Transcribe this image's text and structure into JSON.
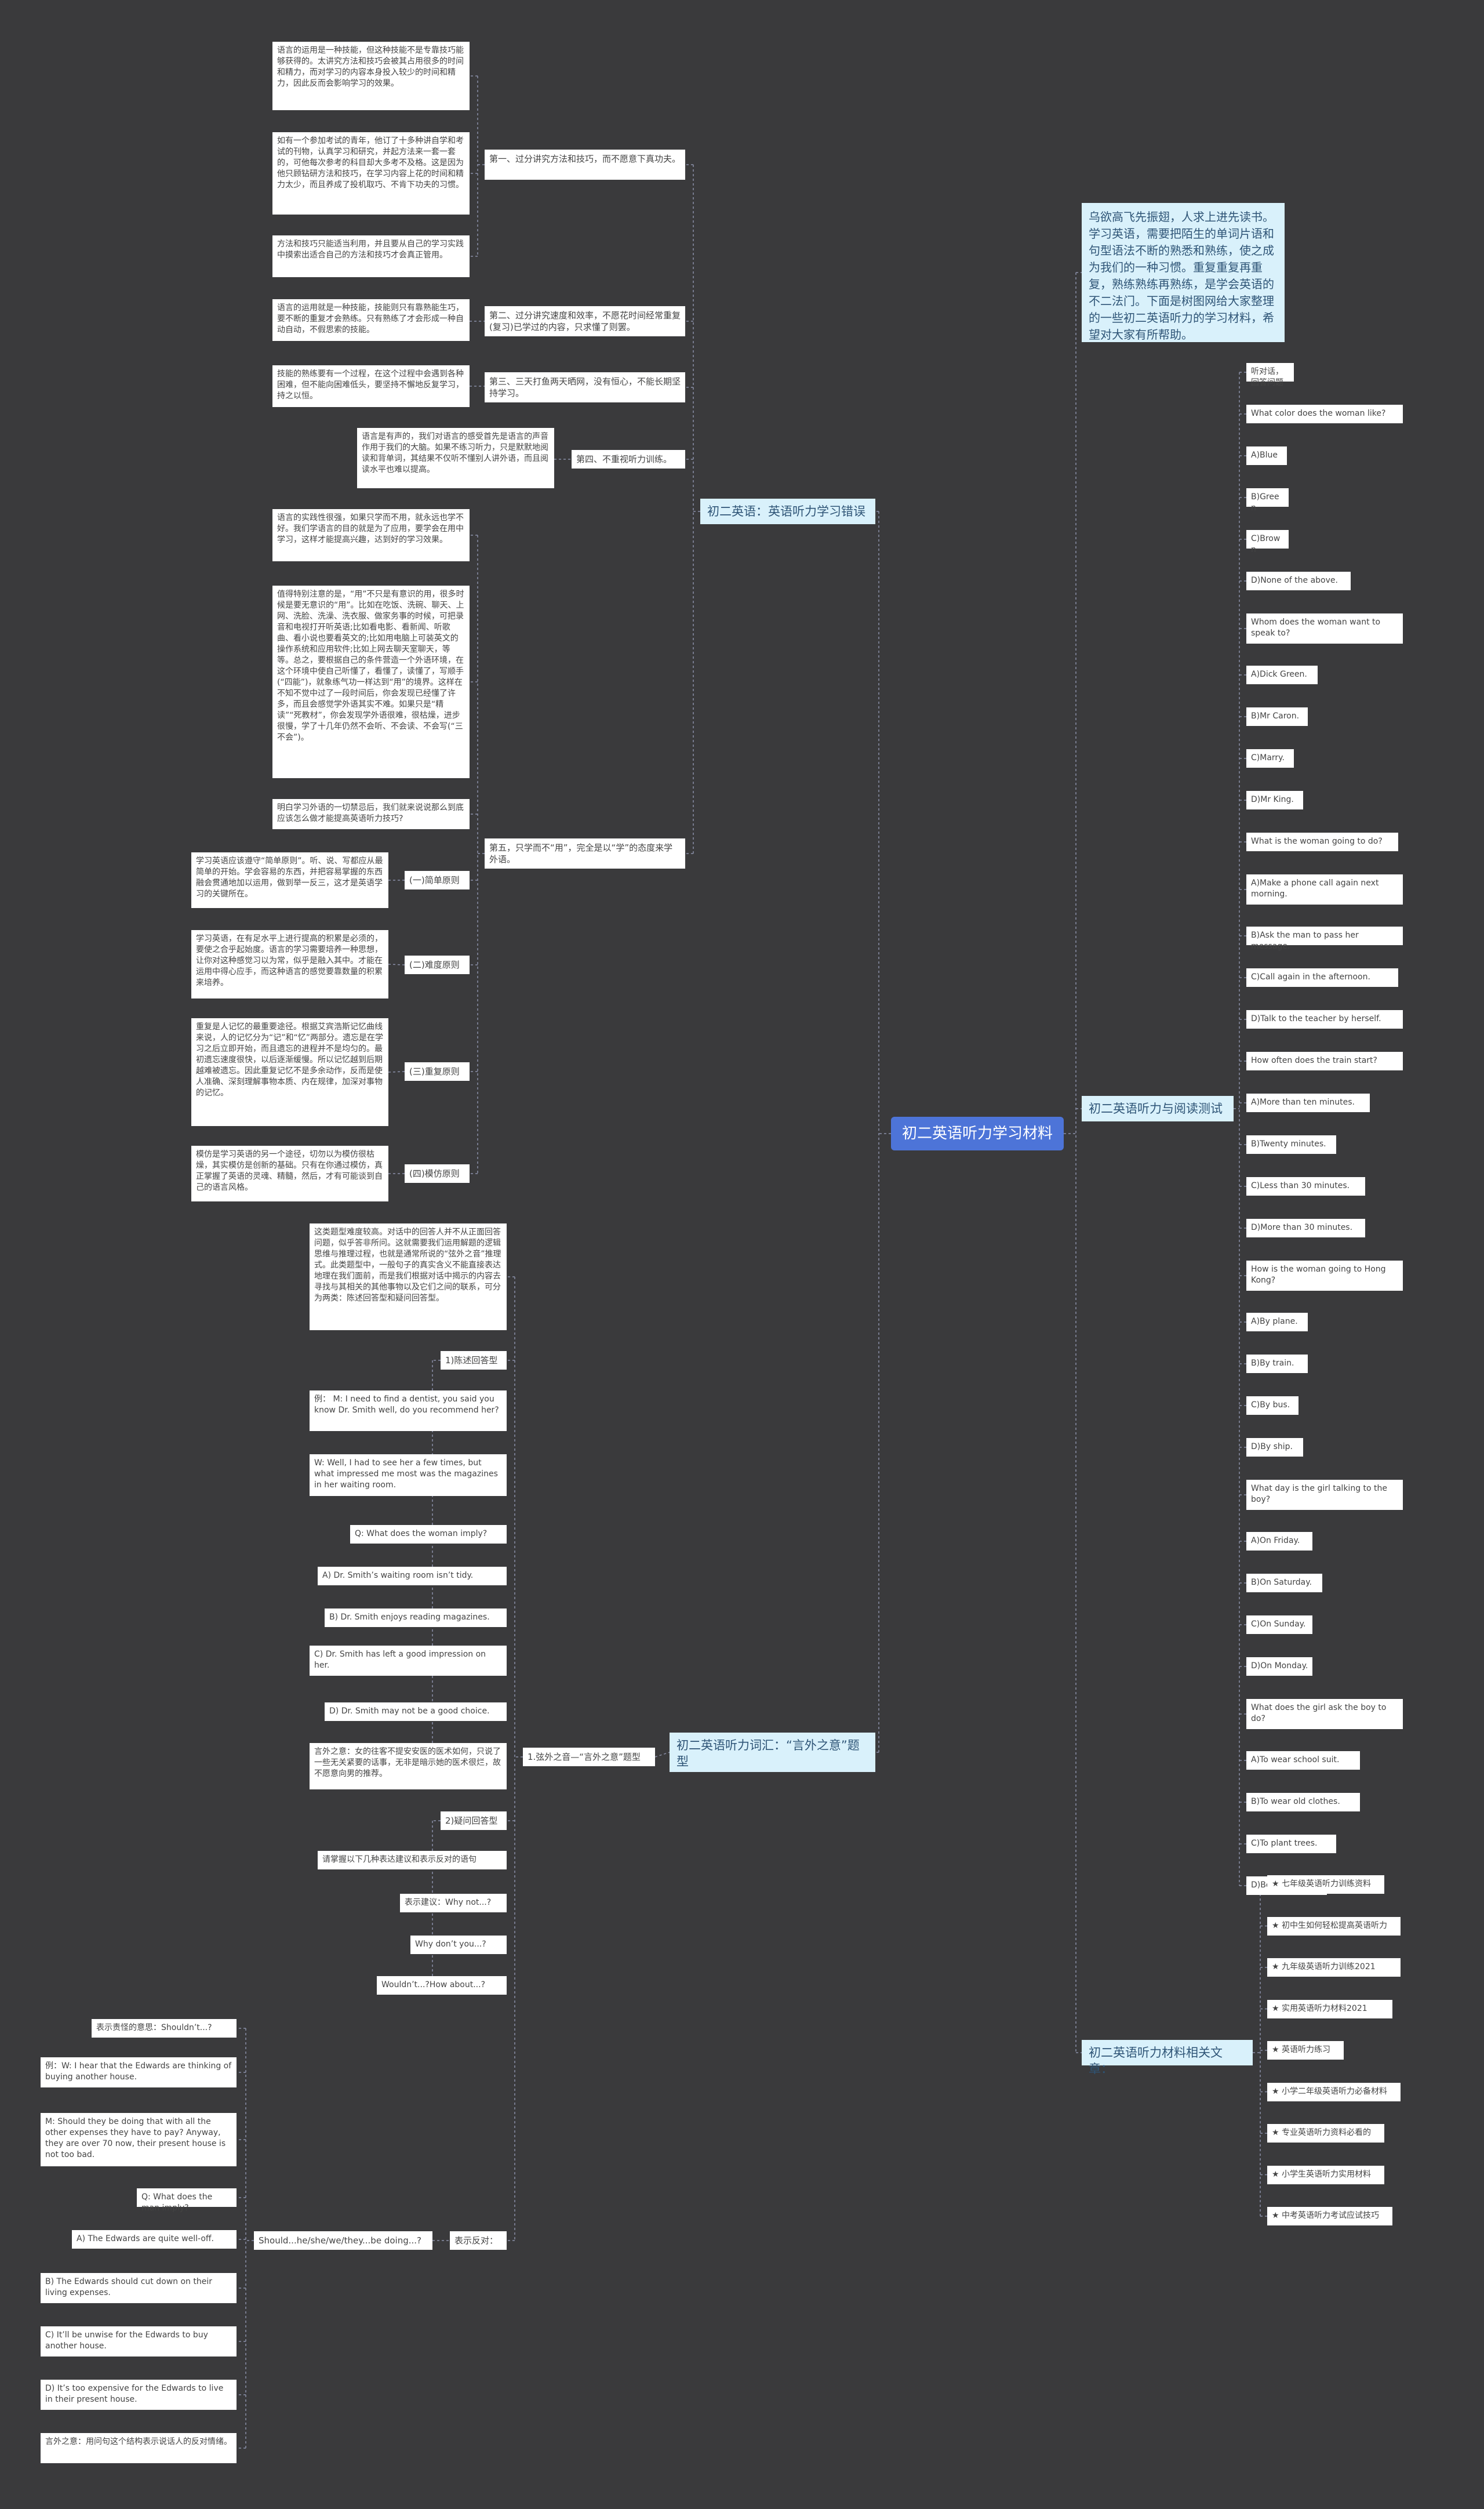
{
  "root": "初二英语听力学习材料",
  "intro": "乌欲高飞先振翅，人求上进先读书。学习英语，需要把陌生的单词片语和句型语法不断的熟悉和熟练，使之成为我们的一种习惯。重复重复再重复，熟练熟练再熟练，是学会英语的不二法门。下面是树图网给大家整理的一些初二英语听力的学习材料，希望对大家有所帮助。",
  "branches": {
    "errors": "初二英语：英语听力学习错误",
    "test": "初二英语听力与阅读测试",
    "vocab": "初二英语听力词汇：“言外之意”题型",
    "related": "初二英语听力材料相关文章："
  },
  "errors": {
    "e1_label": "第一、过分讲究方法和技巧，而不愿意下真功夫。",
    "e1_notes": [
      "语言的运用是一种技能，但这种技能不是专靠技巧能够获得的。太讲究方法和技巧会被其占用很多的时间和精力，而对学习的内容本身投入较少的时间和精力，因此反而会影响学习的效果。",
      "如有一个参加考试的青年，他订了十多种讲自学和考试的刊物，认真学习和研究，并起方法来一套一套的，可他每次参考的科目却大多考不及格。这是因为他只顾钻研方法和技巧，在学习内容上花的时间和精力太少，而且养成了投机取巧、不肯下功夫的习惯。",
      "方法和技巧只能适当利用，并且要从自己的学习实践中摸索出适合自己的方法和技巧才会真正管用。"
    ],
    "e2_label": "第二、过分讲究速度和效率，不愿花时间经常重复(复习)已学过的内容，只求懂了则罢。",
    "e2_note": "语言的运用就是一种技能，技能则只有靠熟能生巧，要不断的重复才会熟练。只有熟练了才会形成一种自动自动，不假思索的技能。",
    "e3_label": "第三、三天打鱼两天晒网，没有恒心，不能长期坚持学习。",
    "e3_note": "技能的熟练要有一个过程，在这个过程中会遇到各种困难，但不能向困难低头，要坚持不懈地反复学习，持之以恒。",
    "e4_label": "第四、不重视听力训练。",
    "e4_note": "语言是有声的，我们对语言的感受首先是语言的声音作用于我们的大脑。如果不练习听力，只是默默地阅读和背单词，其结果不仅听不懂别人讲外语，而且阅读水平也难以提高。",
    "e5_label": "第五，只学而不“用”，完全是以“学”的态度来学外语。",
    "e5_notes": [
      "语言的实践性很强，如果只学而不用，就永远也学不好。我们学语言的目的就是为了应用，要学会在用中学习，这样才能提高兴趣，达到好的学习效果。",
      "值得特别注意的是，“用”不只是有意识的用，很多时候是要无意识的“用”。比如在吃饭、洗碗、聊天、上网、洗脸、洗澡、洗衣服、做家务事的时候，可把录音和电视打开听英语;比如看电影、看新闻、听歌曲、看小说也要看英文的;比如用电脑上可装英文的操作系统和应用软件;比如上网去聊天室聊天，等等。总之，要根据自己的条件营造一个外语环境，在这个环境中使自己听懂了，看懂了，读懂了，写顺手(“四能”)，就象练气功一样达到“用”的境界。这样在不知不觉中过了一段时间后，你会发现已经懂了许多，而且会感觉学外语其实不难。如果只是“精读”“死教材”，你会发现学外语很难，很枯燥，进步很慢，学了十几年仍然不会听、不会读、不会写(“三不会”)。",
      "明白学习外语的一切禁忌后，我们就来说说那么到底应该怎么做才能提高英语听力技巧?"
    ],
    "principles": [
      {
        "label": "(一)简单原则",
        "note": "学习英语应该遵守“简单原则”。听、说、写都应从最简单的开始。学会容易的东西，并把容易掌握的东西融会贯通地加以运用，做到举一反三，这才是英语学习的关键所在。"
      },
      {
        "label": "(二)难度原则",
        "note": "学习英语，在有足水平上进行提高的积累是必须的，要使之合乎起始度。语言的学习需要培养一种思想，让你对这种感觉习以为常，似乎是融入其中。才能在运用中得心应手，而这种语言的感觉要靠数量的积累来培养。"
      },
      {
        "label": "(三)重复原则",
        "note": "重复是人记忆的最重要途径。根据艾宾浩斯记忆曲线来说，人的记忆分为“记”和“忆”两部分。遗忘是在学习之后立即开始，而且遗忘的进程并不是均匀的。最初遗忘速度很快，以后逐渐缓慢。所以记忆越到后期越难被遗忘。因此重复记忆不是多余动作，反而是使人准确、深刻理解事物本质、内在规律，加深对事物的记忆。"
      },
      {
        "label": "(四)模仿原则",
        "note": "模仿是学习英语的另一个途径，切勿以为模仿很枯燥，其实模仿是创新的基础。只有在你通过模仿，真正掌握了英语的灵魂、精髓，然后，才有可能谈到自己的语言风格。"
      }
    ]
  },
  "test": {
    "items": [
      "听对话，回答问题",
      "What color does the woman like?",
      "A)Blue",
      "B)Green",
      "C)Brown",
      "D)None of the above.",
      "Whom does the woman want to speak to?",
      "A)Dick Green.",
      "B)Mr Caron.",
      "C)Marry.",
      "D)Mr King.",
      "What is the woman going to do?",
      "A)Make a phone call again next morning.",
      "B)Ask the man to pass her message.",
      "C)Call again in the afternoon.",
      "D)Talk to the teacher by herself.",
      "How often does the train start?",
      "A)More than ten minutes.",
      "B)Twenty minutes.",
      "C)Less than 30 minutes.",
      "D)More than 30 minutes.",
      "How is the woman going to Hong Kong?",
      "A)By plane.",
      "B)By train.",
      "C)By bus.",
      "D)By ship.",
      "What day is the girl talking to the boy?",
      "A)On Friday.",
      "B)On Saturday.",
      "C)On Sunday.",
      "D)On Monday.",
      "What does the girl ask the boy to do?",
      "A)To wear school suit.",
      "B)To wear old clothes.",
      "C)To plant trees.",
      "D)Both B and C."
    ]
  },
  "related": {
    "items": [
      "★ 七年级英语听力训练资料",
      "★ 初中生如何轻松提高英语听力",
      "★ 九年级英语听力训练2021",
      "★ 实用英语听力材料2021",
      "★ 英语听力练习",
      "★ 小学二年级英语听力必备材料",
      "★ 专业英语听力资料必看的",
      "★ 小学生英语听力实用材料",
      "★ 中考英语听力考试应试技巧"
    ]
  },
  "vocab": {
    "l1": "1.弦外之音—“言外之意”题型",
    "intro_note": "这类题型难度较高。对话中的回答人并不从正面回答问题，似乎答非所问。这就需要我们运用解题的逻辑思维与推理过程，也就是通常所说的“弦外之音”推理式。此类题型中，一般句子的真实含义不能直接表达地理在我们面前，而是我们根据对话中揭示的内容去寻找与其相关的其他事物以及它们之间的联系，可分为两类：陈述回答型和疑问回答型。",
    "s1": "1)陈述回答型",
    "s1_items": [
      "例：  M: I need to find a dentist, you said you know Dr. Smith well, do you recommend her?",
      "W: Well, I had to see her a few times, but what impressed me most was the magazines in her waiting room.",
      "Q: What does the woman imply?",
      "A) Dr. Smith’s waiting room isn’t tidy.",
      "B) Dr. Smith enjoys reading magazines.",
      "C) Dr. Smith has left a good impression on her.",
      "D) Dr. Smith may not be a good choice.",
      "言外之意：女的往客不提安安医的医术如何，只说了一些无关紧要的话事，无非是暗示她的医术很烂，故不愿意向男的推荐。"
    ],
    "s2": "2)疑问回答型",
    "s2_items": [
      "请掌握以下几种表达建议和表示反对的语句",
      "表示建议：Why not...?",
      "Why don’t you...?",
      "Wouldn’t...?How about...?"
    ],
    "bx_label": "表示反对：",
    "bx_sub": "Should...he/she/we/they...be doing...?",
    "bx_items": [
      "表示责怪的意思：Shouldn’t...?",
      "例：W: I hear that the Edwards are thinking of buying another house.",
      "M: Should they be doing that with all the other expenses they have to pay? Anyway, they are over 70 now, their present house is not too bad.",
      "Q: What does the man imply?",
      "A) The Edwards are quite well-off.",
      "B) The Edwards should cut down on their living expenses.",
      "C) It’ll be unwise for the Edwards to buy another house.",
      "D) It’s too expensive for the Edwards to live in their present house.",
      "言外之意：用问句这个结构表示说话人的反对情绪。"
    ]
  }
}
